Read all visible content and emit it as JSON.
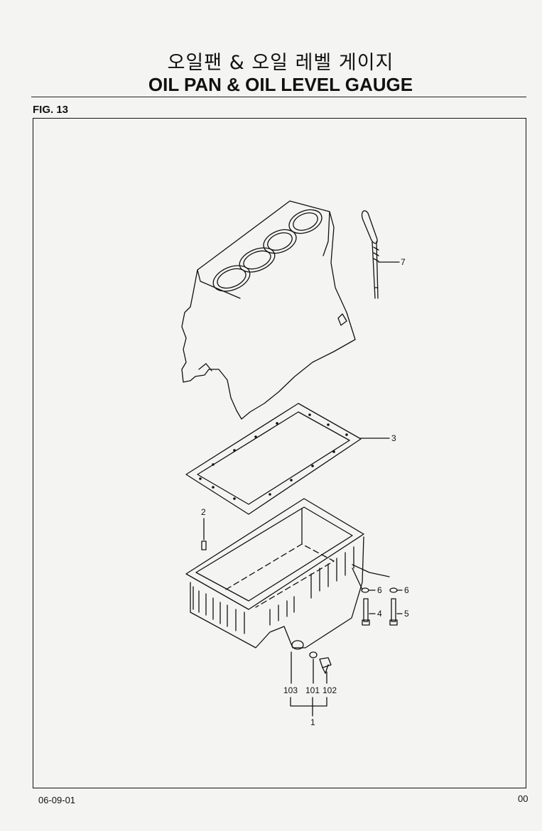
{
  "header": {
    "title_korean": "오일팬 & 오일 레벨 게이지",
    "title_english": "OIL PAN & OIL LEVEL GAUGE"
  },
  "figure": {
    "label": "FIG. 13",
    "callouts": {
      "c7": "7",
      "c3": "3",
      "c2": "2",
      "c6a": "6",
      "c6b": "6",
      "c4": "4",
      "c5": "5",
      "c103": "103",
      "c101": "101",
      "c102": "102",
      "c1": "1"
    }
  },
  "footer": {
    "date": "06-09-01",
    "page": "00"
  }
}
